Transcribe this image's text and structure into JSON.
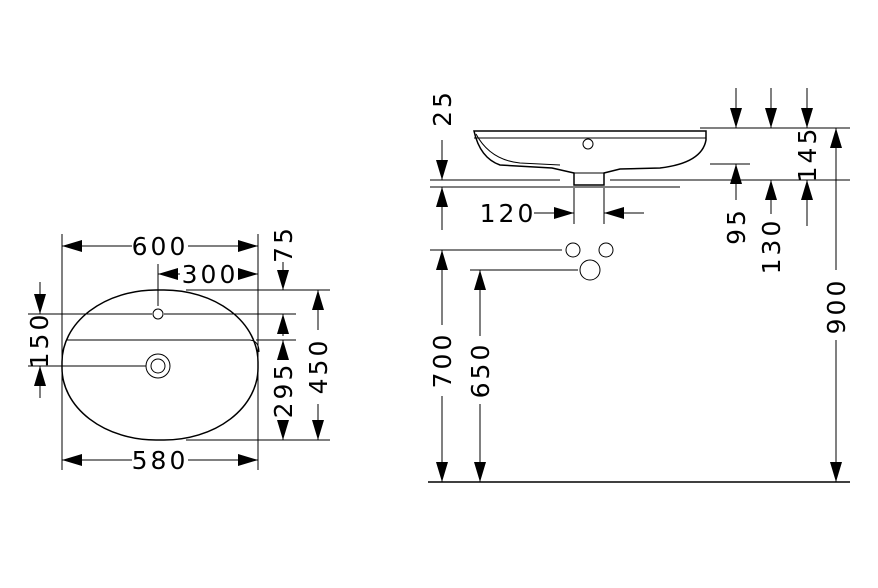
{
  "plan_view": {
    "width_overall": "600",
    "width_half": "300",
    "tap_hole_offset": "75",
    "tap_hole_to_drain": "150",
    "width_inner": "580",
    "drain_to_front": "295",
    "depth_overall": "450"
  },
  "side_view": {
    "rim_thickness": "25",
    "drain_spacing": "120",
    "bowl_height": "145",
    "drain_height": "95",
    "mount_height": "130",
    "install_height_900": "900",
    "install_height_700": "700",
    "install_height_650": "650"
  }
}
